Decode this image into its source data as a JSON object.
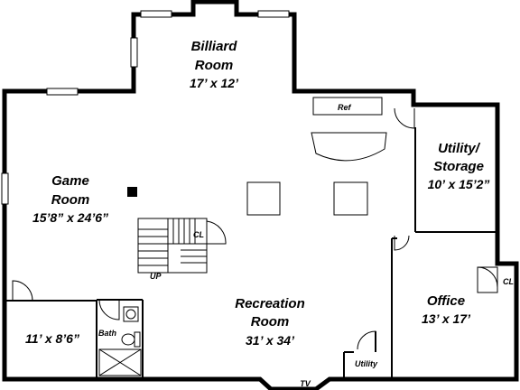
{
  "rooms": {
    "billiard": {
      "name_1": "Billiard",
      "name_2": "Room",
      "dims": "17’ x 12’"
    },
    "game": {
      "name_1": "Game",
      "name_2": "Room",
      "dims": "15’8” x 24’6”"
    },
    "utility_storage": {
      "name_1": "Utility/",
      "name_2": "Storage",
      "dims": "10’ x 15’2”"
    },
    "recreation": {
      "name_1": "Recreation",
      "name_2": "Room",
      "dims": "31’ x 34’"
    },
    "office": {
      "name_1": "Office",
      "dims": "13’ x 17’"
    },
    "small_room": {
      "dims": "11’ x 8’6”"
    }
  },
  "labels": {
    "ref": "Ref",
    "closet_left": "CL",
    "closet_right": "CL",
    "stairs_up": "UP",
    "bath": "Bath",
    "utility": "Utility",
    "tv": "TV"
  },
  "colors": {
    "wall": "#000000",
    "background": "#ffffff"
  }
}
